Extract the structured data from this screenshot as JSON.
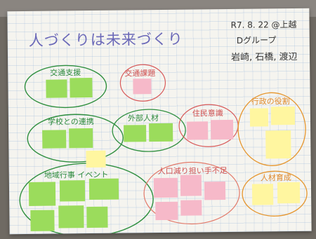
{
  "title": "人づくりは未来づくり",
  "meta": {
    "date": "R7. 8. 22 @上越",
    "group": "Dグループ",
    "members": "岩崎, 石橋, 渡辺"
  },
  "labels": {
    "transport_support": "交通支援",
    "transport_issues": "交通課題",
    "school_link": "学校との連携",
    "external_talent": "外部人材",
    "resident_awareness": "住民意識",
    "admin_role": "行政の役割",
    "local_events": "地域行事 イベント",
    "population_decline": "人口減り担い手不足",
    "talent_development": "人材育成"
  },
  "colors": {
    "green_ink": "#2d8a3e",
    "red_ink": "#d05050",
    "orange_ink": "#e0892b",
    "title_ink": "#6a68b8",
    "green_note": "#9bdc5c",
    "pink_note": "#f6b9c9",
    "yellow_note": "#fff6a0"
  }
}
